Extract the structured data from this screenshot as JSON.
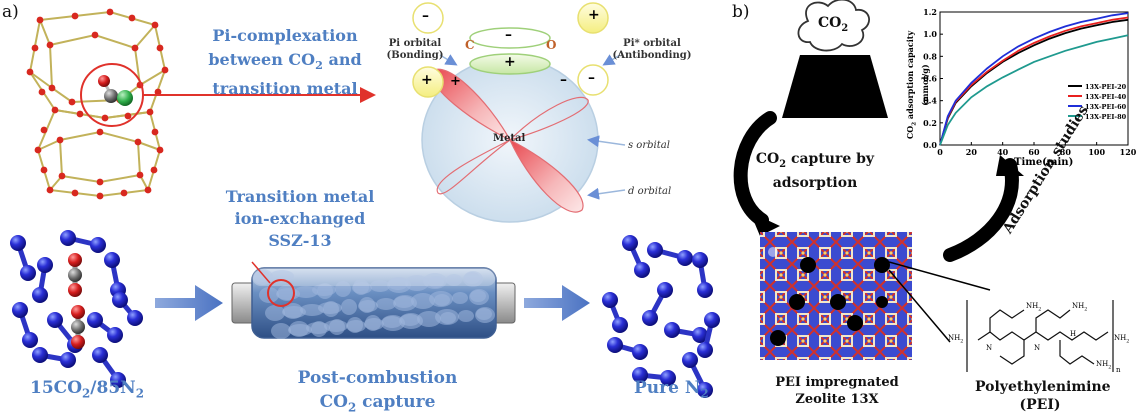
{
  "panel_a": {
    "label": "a)",
    "title_line1": "Pi-complexation",
    "title_line2": "between CO",
    "title_line2_sub": "2",
    "title_line2_tail": " and",
    "title_line3": "transition metal",
    "pi_bonding_1": "Pi orbital",
    "pi_bonding_2": "(Bonding)",
    "pi_star_1": "Pi* orbital",
    "pi_star_2": "(Antibonding)",
    "atom_c": "C",
    "atom_o": "O",
    "metal": "Metal",
    "s_orbital": "s orbital",
    "d_orbital": "d orbital",
    "minus": "–",
    "plus": "+",
    "ssz_line1": "Transition metal",
    "ssz_line2": "ion-exchanged",
    "ssz_line3": "SSZ-13",
    "feed_main": "15CO",
    "feed_sub": "2",
    "feed_tail": "/85N",
    "feed_sub2": "2",
    "process_line1": "Post-combustion",
    "process_line2": "CO",
    "process_line2_sub": "2",
    "process_line2_tail": " capture",
    "product_main": "Pure N",
    "product_sub": "2"
  },
  "panel_b": {
    "label": "b)",
    "cloud_main": "CO",
    "cloud_sub": "2",
    "capture_line1": "CO",
    "capture_line1_sub": "2",
    "capture_line1_tail": " capture by",
    "capture_line2": "adsorption",
    "adsorption_studies": "Adsorption studies",
    "zeolite_line1": "PEI impregnated",
    "zeolite_line2": "Zeolite 13X",
    "pei_line1": "Polyethylenimine",
    "pei_line2": "(PEI)",
    "pei_atoms": {
      "nh2": "NH",
      "nh2_sub": "2",
      "n": "N",
      "h": "H",
      "n_sub": "n"
    }
  },
  "chart_data": {
    "type": "line",
    "xlabel": "Time(min)",
    "ylabel_main": "CO",
    "ylabel_sub": "2",
    "ylabel_tail": " adsorption capacity",
    "ylabel_unit": "(mmol/g)",
    "xlim": [
      0,
      120
    ],
    "ylim": [
      0,
      1.2
    ],
    "xticks": [
      "0",
      "20",
      "40",
      "60",
      "80",
      "100",
      "120"
    ],
    "yticks": [
      "0.0",
      "0.2",
      "0.4",
      "0.6",
      "0.8",
      "1.0",
      "1.2"
    ],
    "legend_position": "center-right",
    "x": [
      0,
      5,
      10,
      20,
      30,
      40,
      50,
      60,
      70,
      80,
      90,
      100,
      110,
      120
    ],
    "series": [
      {
        "name": "13X-PEI-20",
        "color": "#000000",
        "values": [
          0,
          0.24,
          0.38,
          0.53,
          0.65,
          0.75,
          0.83,
          0.9,
          0.96,
          1.01,
          1.05,
          1.08,
          1.11,
          1.13
        ]
      },
      {
        "name": "13X-PEI-40",
        "color": "#e8201f",
        "values": [
          0,
          0.25,
          0.39,
          0.54,
          0.66,
          0.76,
          0.85,
          0.92,
          0.98,
          1.03,
          1.07,
          1.1,
          1.13,
          1.15
        ]
      },
      {
        "name": "13X-PEI-60",
        "color": "#1f2fd8",
        "values": [
          0,
          0.26,
          0.4,
          0.56,
          0.69,
          0.8,
          0.89,
          0.96,
          1.02,
          1.07,
          1.11,
          1.14,
          1.17,
          1.19
        ]
      },
      {
        "name": "13X-PEI-80",
        "color": "#1f9a8f",
        "values": [
          0,
          0.18,
          0.29,
          0.43,
          0.53,
          0.61,
          0.68,
          0.75,
          0.8,
          0.85,
          0.89,
          0.93,
          0.96,
          0.99
        ]
      }
    ]
  }
}
